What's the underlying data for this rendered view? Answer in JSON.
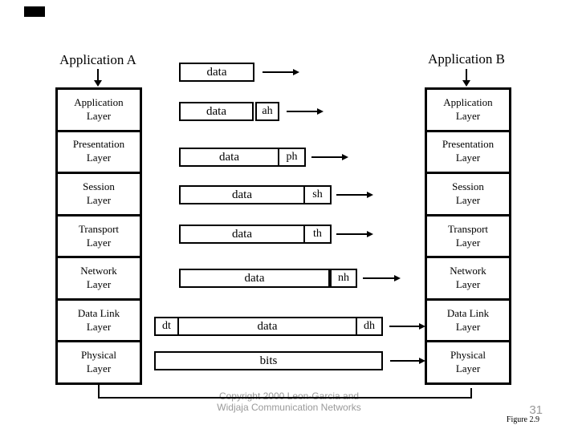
{
  "slide": {
    "app_a_title": "Application A",
    "app_b_title": "Application B",
    "layers": [
      "Application\nLayer",
      "Presentation\nLayer",
      "Session\nLayer",
      "Transport\nLayer",
      "Network\nLayer",
      "Data Link\nLayer",
      "Physical\nLayer"
    ],
    "pdu_rows": [
      {
        "data": "data"
      },
      {
        "data": "data",
        "header": "ah"
      },
      {
        "data": "data",
        "header": "ph"
      },
      {
        "data": "data",
        "header": "sh"
      },
      {
        "data": "data",
        "header": "th"
      },
      {
        "data": "data",
        "header": "nh"
      },
      {
        "trailer": "dt",
        "data": "data",
        "header": "dh"
      },
      {
        "data": "bits"
      }
    ],
    "footer": {
      "copyright_line1": "Copyright 2000 Leon-Garcia and",
      "copyright_line2": "Widjaja  Communication Networks",
      "page_number": "31",
      "figure_caption": "Figure 2.9"
    },
    "colors": {
      "line": "#000000",
      "muted_text": "#9a9a9a",
      "background": "#ffffff"
    }
  }
}
